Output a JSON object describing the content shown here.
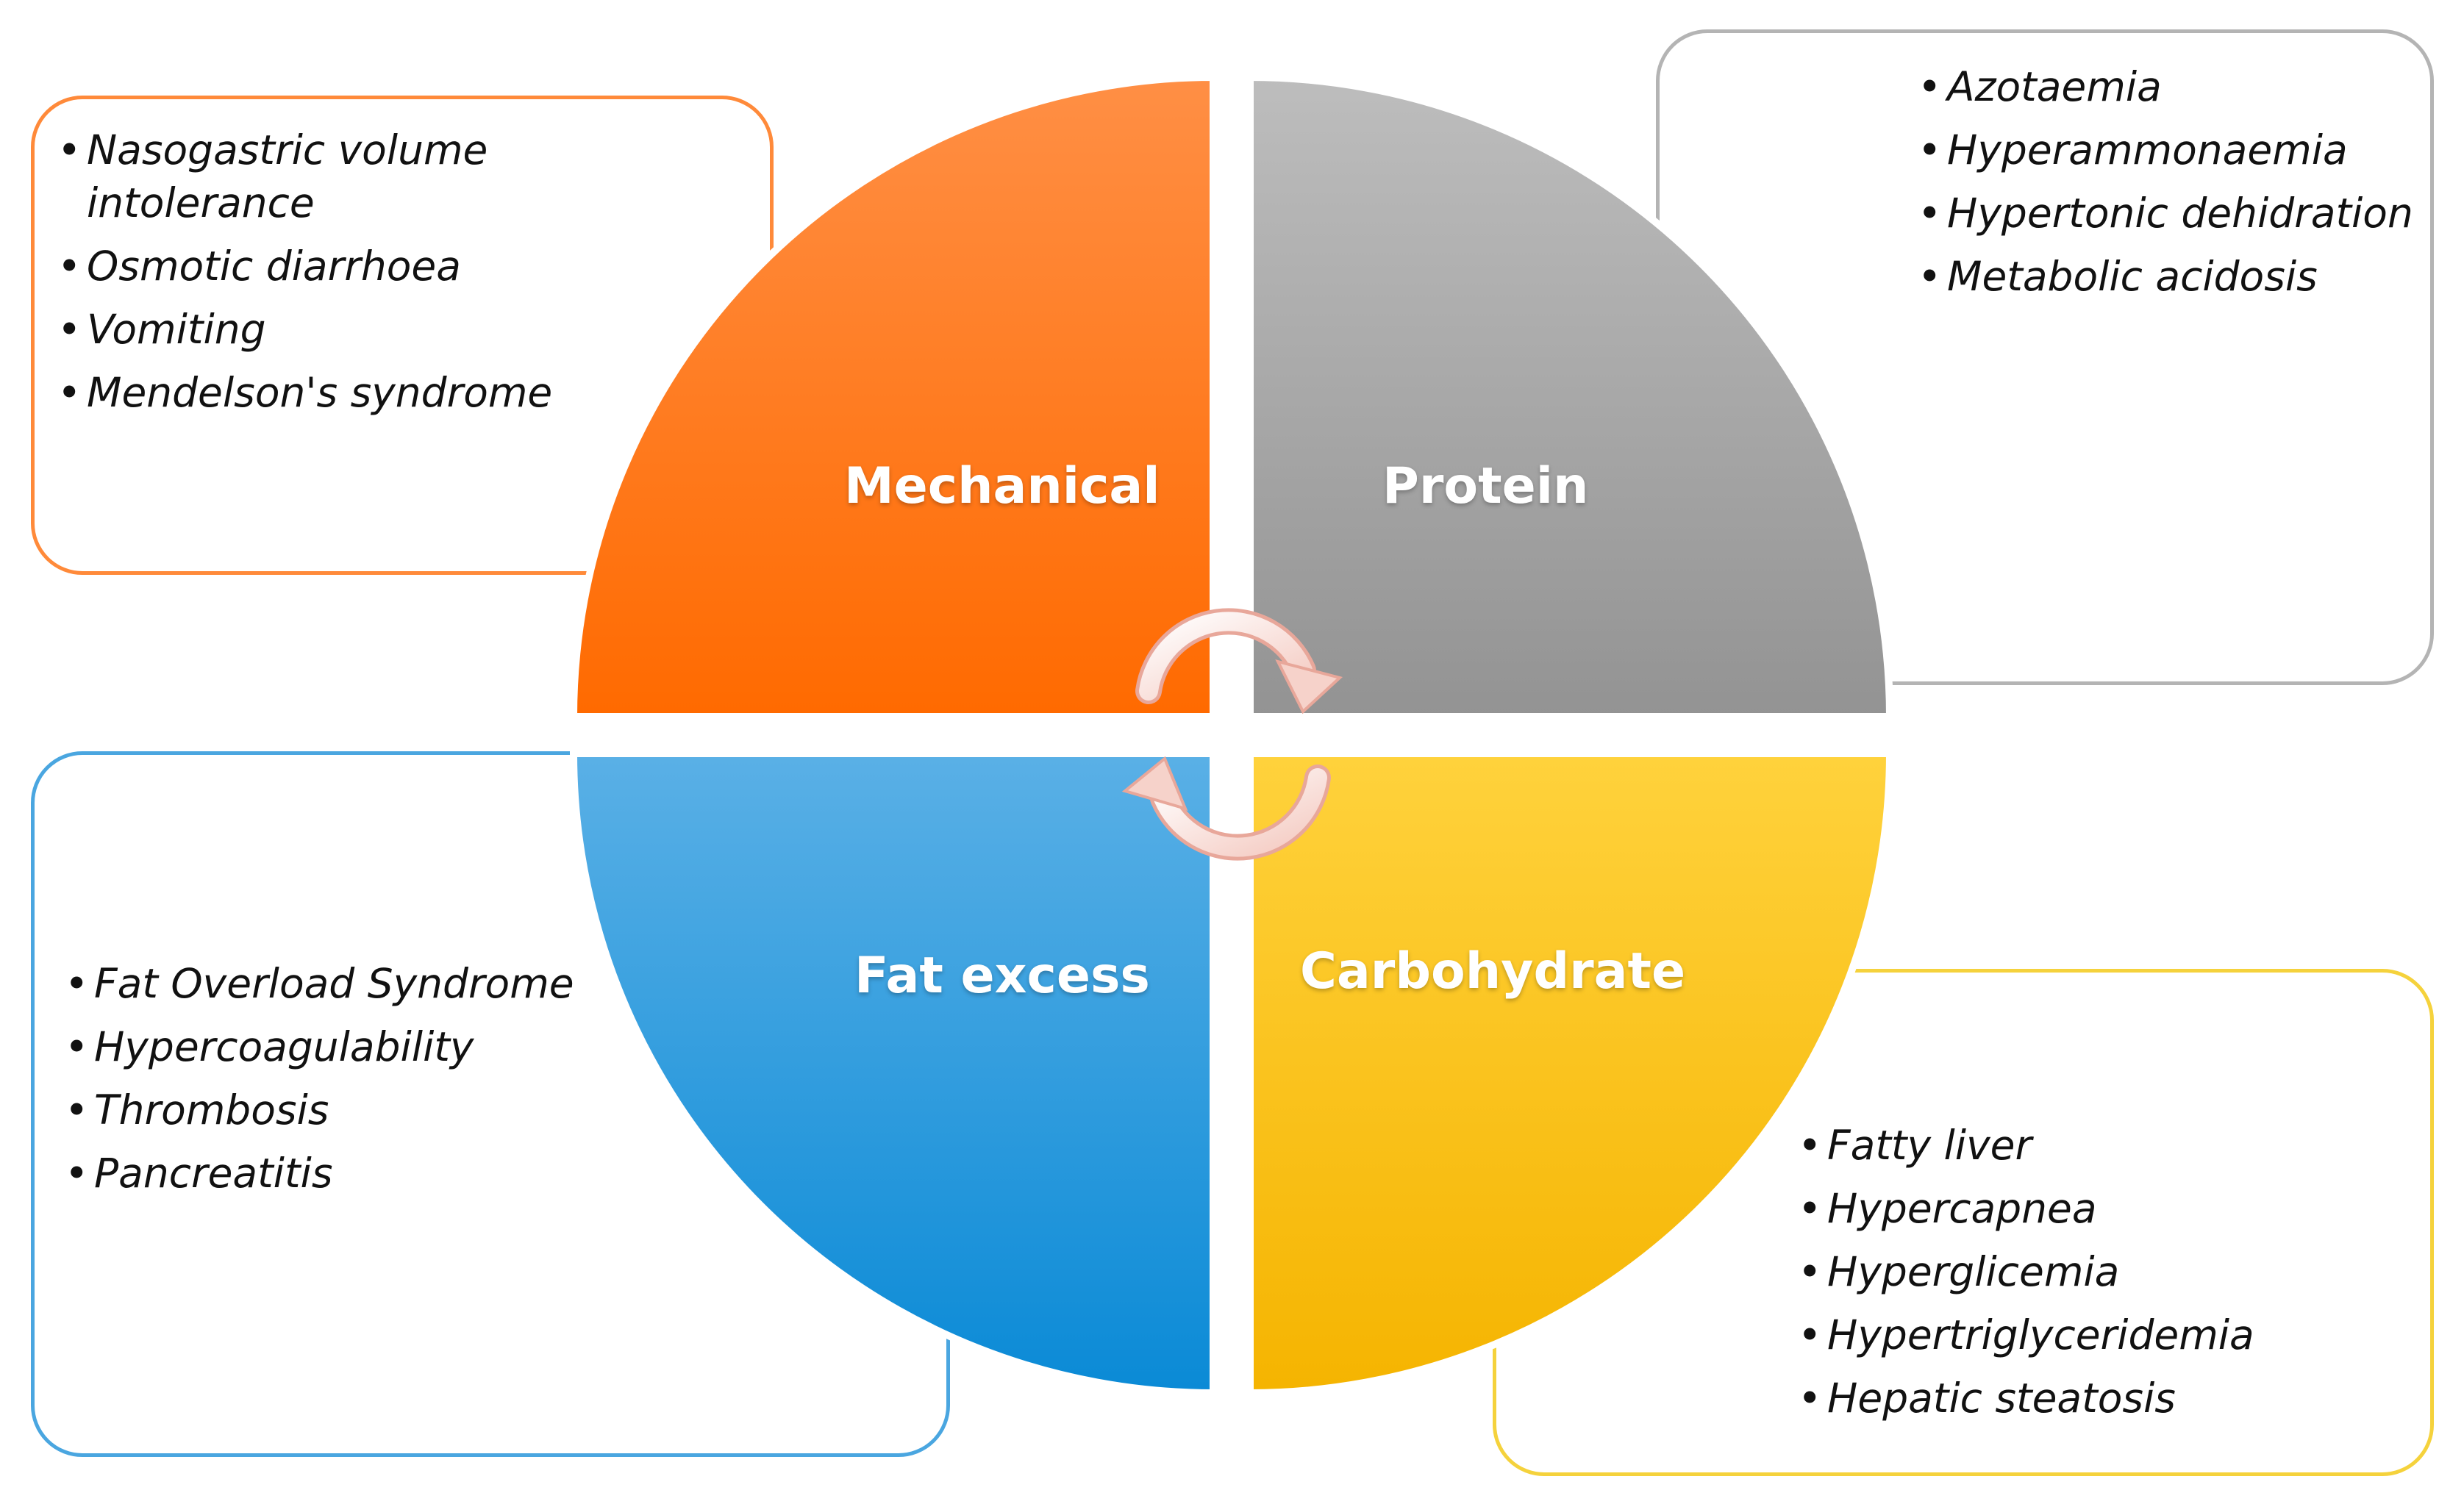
{
  "quadrants": {
    "mechanical": {
      "label": "Mechanical",
      "color": "#ff7a1a",
      "items": [
        "Nasogastric volume intolerance",
        "Osmotic diarrhoea",
        "Vomiting",
        "Mendelson's syndrome"
      ]
    },
    "protein": {
      "label": "Protein",
      "color": "#a8a8a8",
      "items": [
        "Azotaemia",
        "Hyperammonaemia",
        "Hypertonic dehidration",
        "Metabolic acidosis"
      ]
    },
    "fat": {
      "label": "Fat excess",
      "color": "#1e9ae0",
      "items": [
        "Fat Overload Syndrome",
        "Hypercoagulability",
        "Thrombosis",
        "Pancreatitis"
      ]
    },
    "carbohydrate": {
      "label": "Carbohydrate",
      "color": "#ffc400",
      "items": [
        "Fatty liver",
        "Hypercapnea",
        "Hyperglicemia",
        "Hypertriglyceridemia",
        "Hepatic steatosis"
      ]
    }
  }
}
